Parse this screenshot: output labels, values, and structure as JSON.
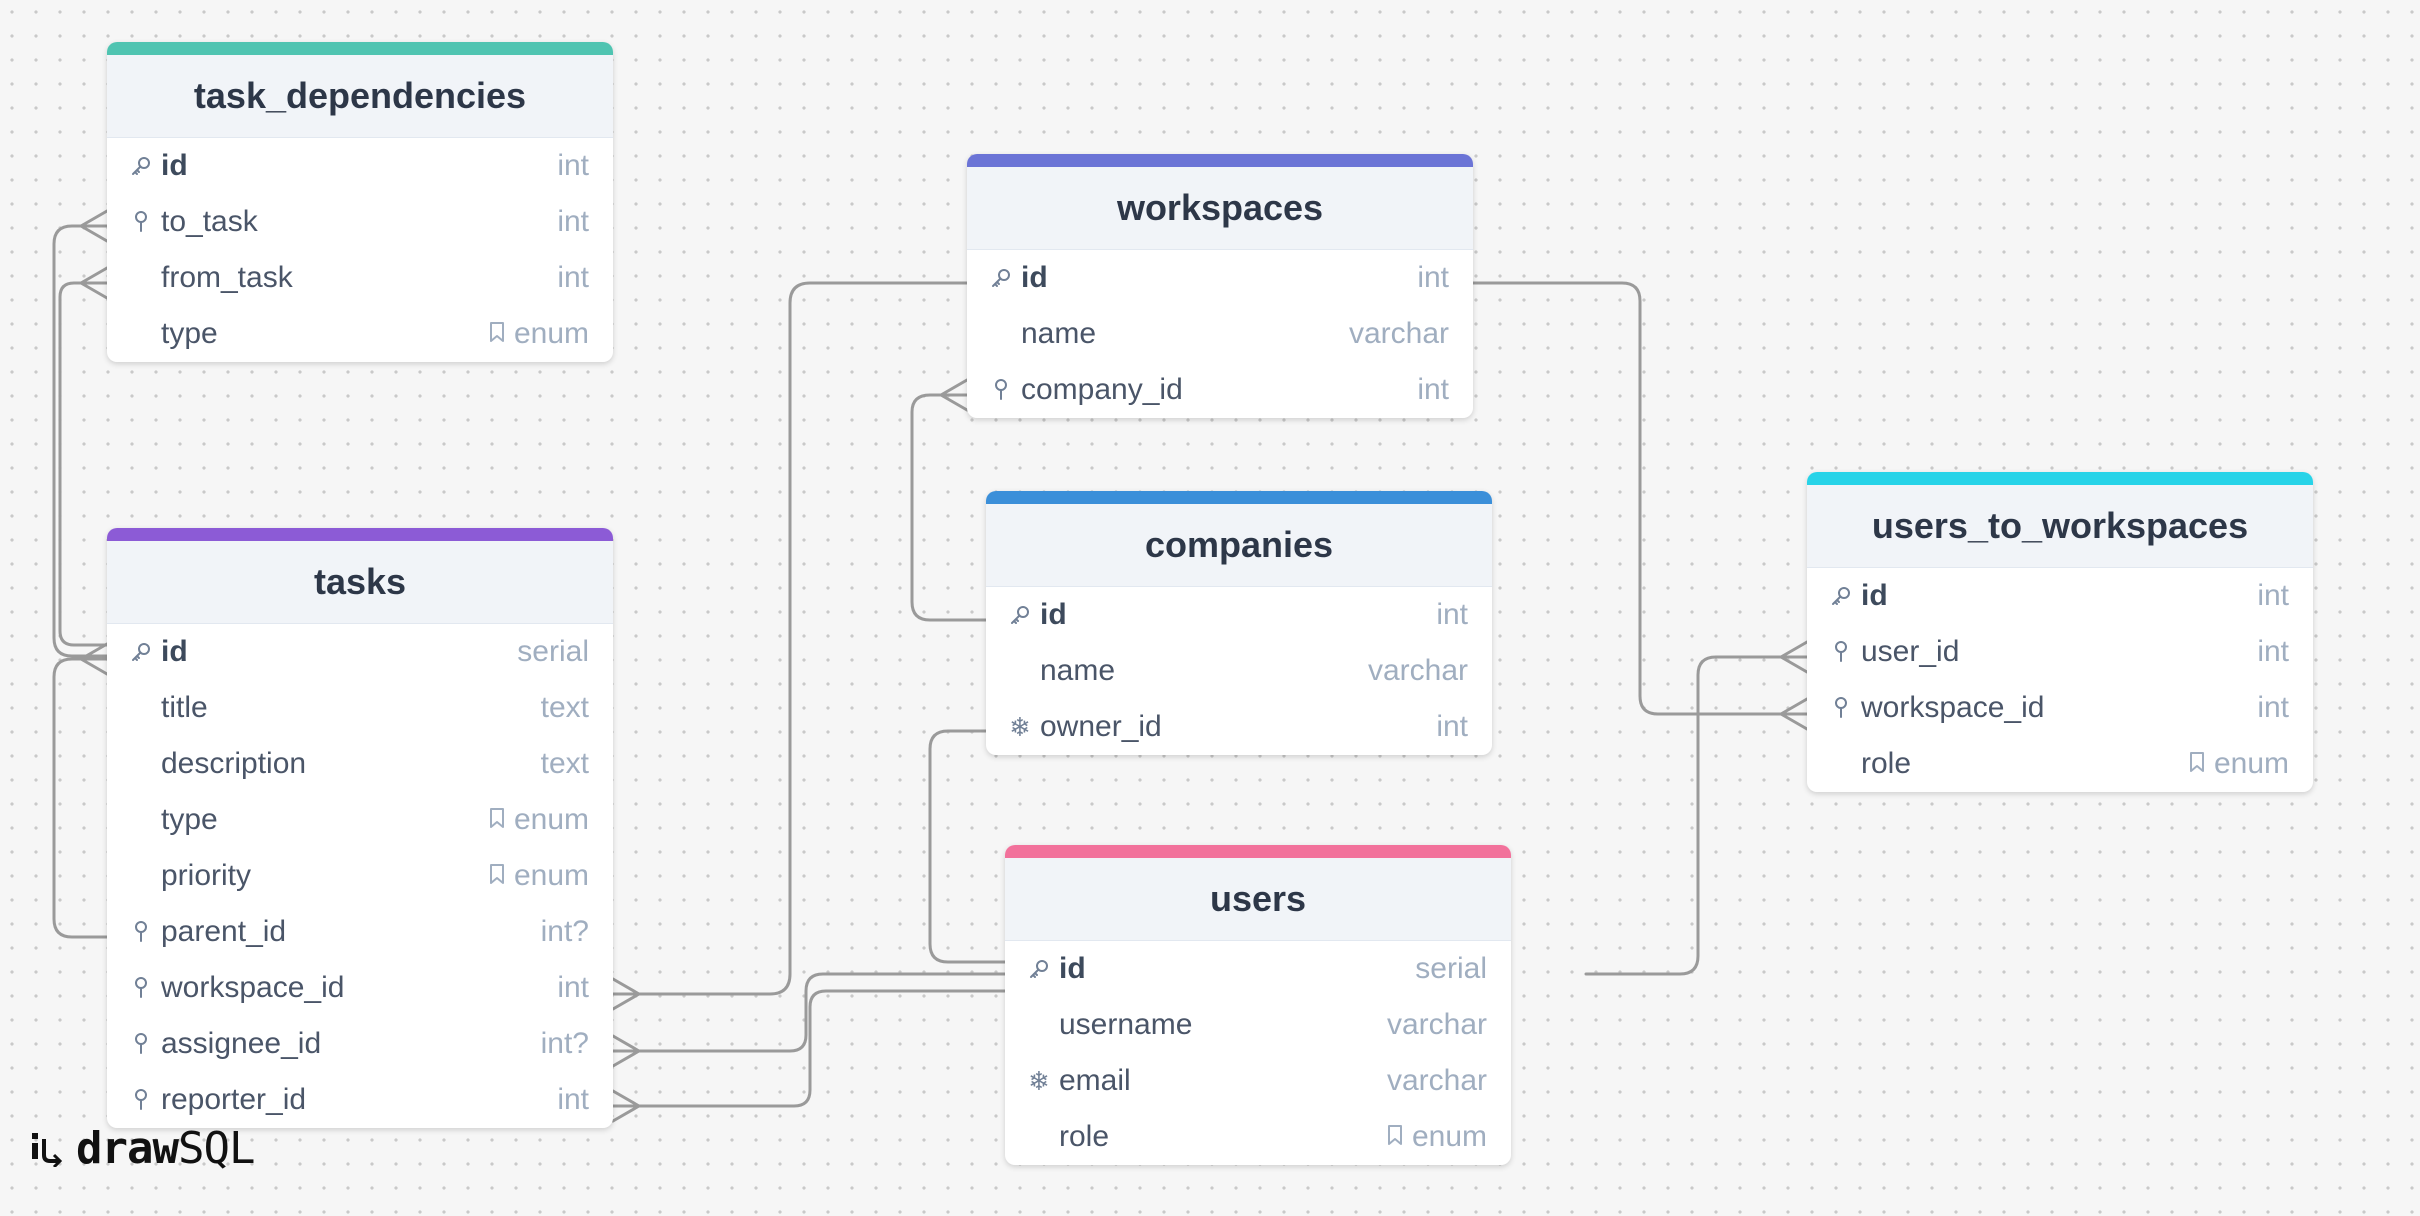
{
  "tables": [
    {
      "id": "task_dependencies",
      "title": "task_dependencies",
      "color": "#4fc4b1",
      "columns": [
        {
          "name": "id",
          "type": "int",
          "key": "pk"
        },
        {
          "name": "to_task",
          "type": "int",
          "key": "fk"
        },
        {
          "name": "from_task",
          "type": "int",
          "key": ""
        },
        {
          "name": "type",
          "type": "enum",
          "key": "",
          "enum": true
        }
      ]
    },
    {
      "id": "tasks",
      "title": "tasks",
      "color": "#8c5bd6",
      "columns": [
        {
          "name": "id",
          "type": "serial",
          "key": "pk"
        },
        {
          "name": "title",
          "type": "text",
          "key": ""
        },
        {
          "name": "description",
          "type": "text",
          "key": ""
        },
        {
          "name": "type",
          "type": "enum",
          "key": "",
          "enum": true
        },
        {
          "name": "priority",
          "type": "enum",
          "key": "",
          "enum": true
        },
        {
          "name": "parent_id",
          "type": "int?",
          "key": "fk"
        },
        {
          "name": "workspace_id",
          "type": "int",
          "key": "fk"
        },
        {
          "name": "assignee_id",
          "type": "int?",
          "key": "fk"
        },
        {
          "name": "reporter_id",
          "type": "int",
          "key": "fk"
        }
      ]
    },
    {
      "id": "workspaces",
      "title": "workspaces",
      "color": "#6b74d6",
      "columns": [
        {
          "name": "id",
          "type": "int",
          "key": "pk"
        },
        {
          "name": "name",
          "type": "varchar",
          "key": ""
        },
        {
          "name": "company_id",
          "type": "int",
          "key": "fk"
        }
      ]
    },
    {
      "id": "companies",
      "title": "companies",
      "color": "#3b8fd9",
      "columns": [
        {
          "name": "id",
          "type": "int",
          "key": "pk"
        },
        {
          "name": "name",
          "type": "varchar",
          "key": ""
        },
        {
          "name": "owner_id",
          "type": "int",
          "key": "uq"
        }
      ]
    },
    {
      "id": "users",
      "title": "users",
      "color": "#f2719b",
      "columns": [
        {
          "name": "id",
          "type": "serial",
          "key": "pk"
        },
        {
          "name": "username",
          "type": "varchar",
          "key": ""
        },
        {
          "name": "email",
          "type": "varchar",
          "key": "uq"
        },
        {
          "name": "role",
          "type": "enum",
          "key": "",
          "enum": true
        }
      ]
    },
    {
      "id": "users_to_workspaces",
      "title": "users_to_workspaces",
      "color": "#27d3e8",
      "columns": [
        {
          "name": "id",
          "type": "int",
          "key": "pk"
        },
        {
          "name": "user_id",
          "type": "int",
          "key": "fk"
        },
        {
          "name": "workspace_id",
          "type": "int",
          "key": "fk"
        },
        {
          "name": "role",
          "type": "enum",
          "key": "",
          "enum": true
        }
      ]
    }
  ],
  "relations": [
    {
      "from": "tasks.id",
      "to": "task_dependencies.to_task"
    },
    {
      "from": "tasks.id",
      "to": "task_dependencies.from_task"
    },
    {
      "from": "tasks.id",
      "to": "tasks.parent_id"
    },
    {
      "from": "workspaces.id",
      "to": "tasks.workspace_id"
    },
    {
      "from": "users.id",
      "to": "tasks.assignee_id"
    },
    {
      "from": "users.id",
      "to": "tasks.reporter_id"
    },
    {
      "from": "companies.id",
      "to": "workspaces.company_id"
    },
    {
      "from": "users.id",
      "to": "companies.owner_id"
    },
    {
      "from": "users.id",
      "to": "users_to_workspaces.user_id"
    },
    {
      "from": "workspaces.id",
      "to": "users_to_workspaces.workspace_id"
    }
  ],
  "logo": {
    "draw": "draw",
    "sql": "SQL"
  },
  "colors": {
    "line": "#9a9a9a",
    "pk_icon": "#718096"
  }
}
